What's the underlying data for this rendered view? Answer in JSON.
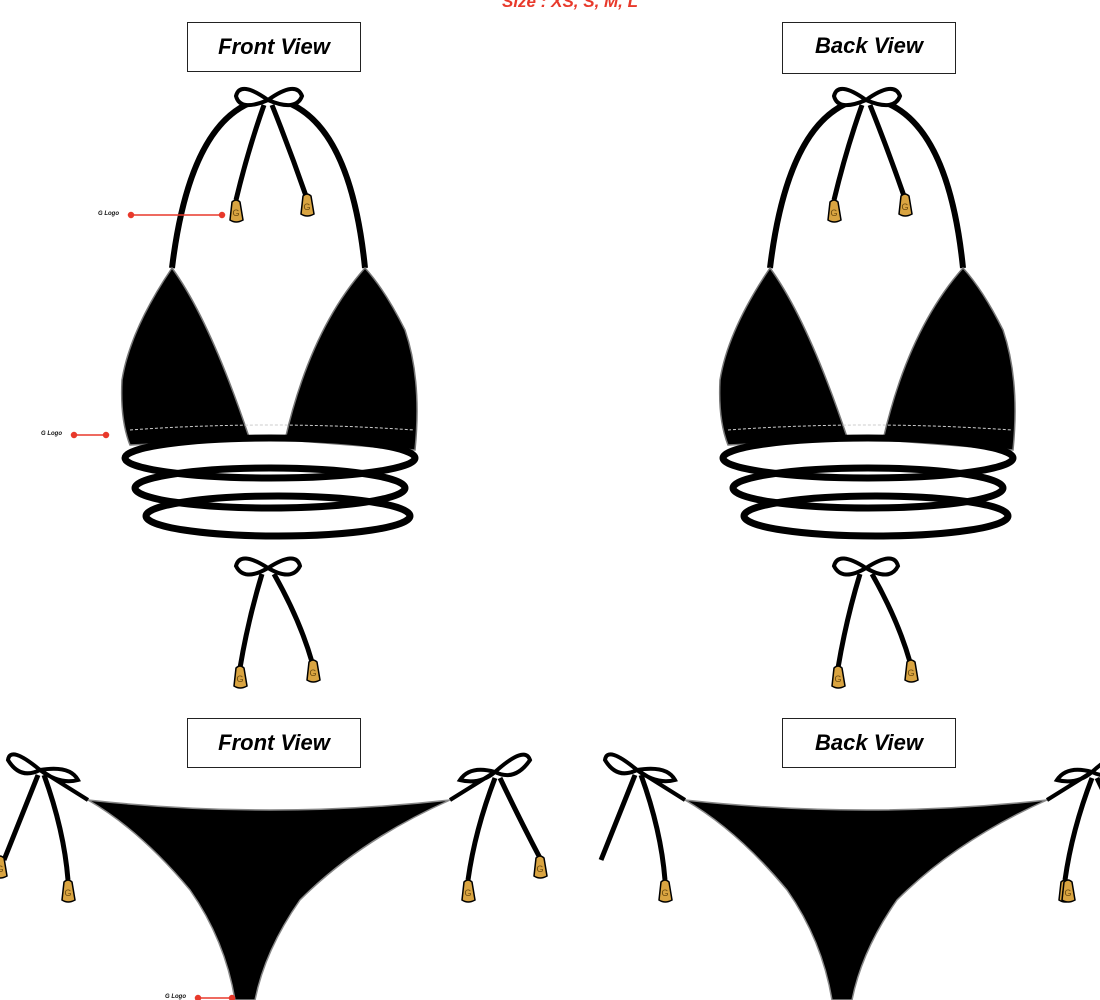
{
  "header": {
    "size_text": "Size : XS, S, M, L",
    "accent_color": "#e8392b"
  },
  "views": {
    "top_front": "Front View",
    "top_back": "Back View",
    "bottom_front": "Front View",
    "bottom_back": "Back View"
  },
  "callouts": [
    "G Logo",
    "G Logo",
    "G Logo"
  ],
  "colors": {
    "garment": "#000000",
    "hardware": "#d9a441",
    "callout": "#e8392b"
  }
}
